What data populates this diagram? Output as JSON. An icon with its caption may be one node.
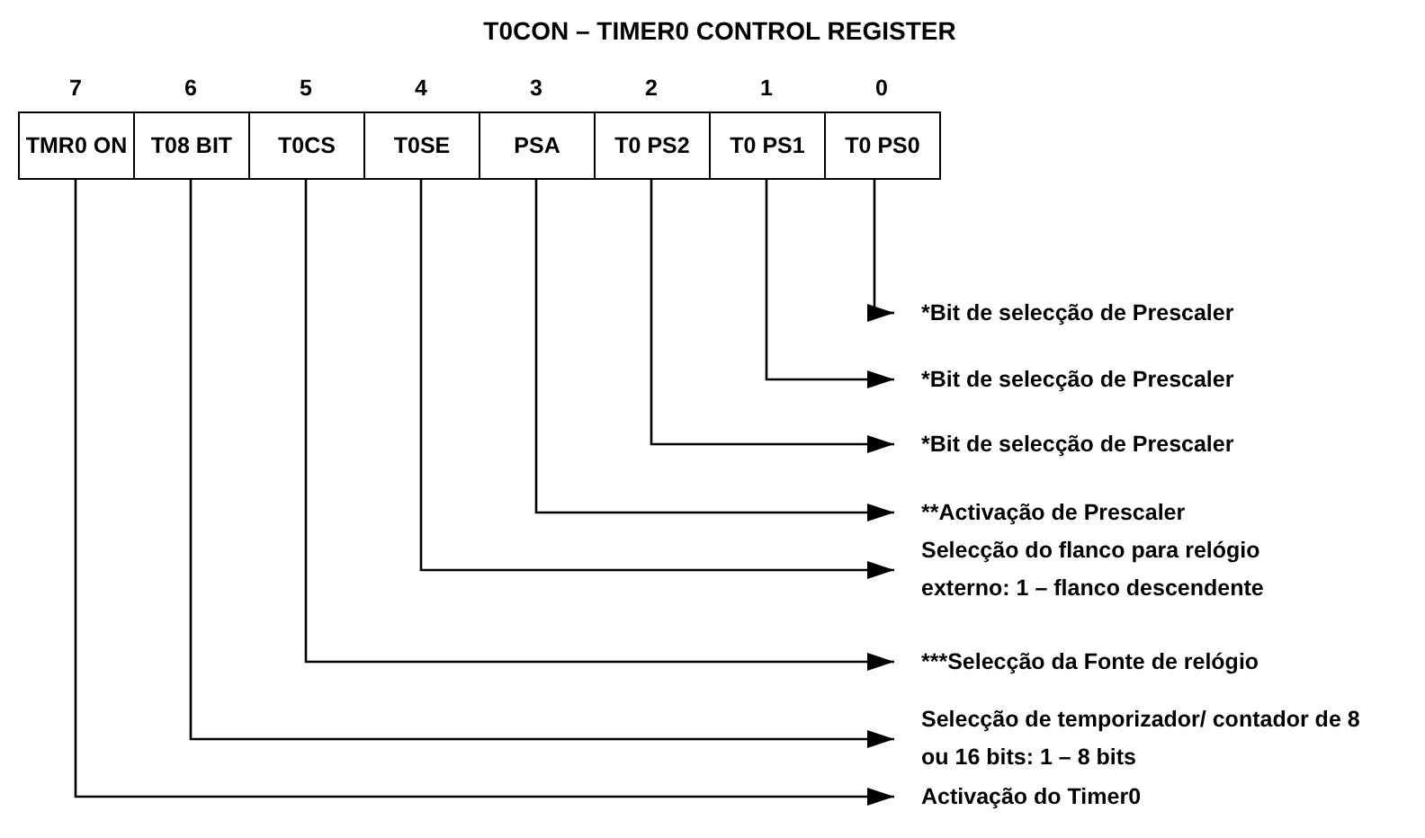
{
  "diagram": {
    "title": "T0CON – TIMER0 CONTROL REGISTER",
    "nodes": [
      {
        "text": [
          "TMR0 ON"
        ],
        "beside": [
          "7"
        ]
      },
      {
        "text": [
          "T08 BIT"
        ],
        "beside": [
          "6"
        ]
      },
      {
        "text": [
          "T0CS"
        ],
        "beside": [
          "5"
        ]
      },
      {
        "text": [
          "T0SE"
        ],
        "beside": [
          "4"
        ]
      },
      {
        "text": [
          "PSA"
        ],
        "beside": [
          "3"
        ]
      },
      {
        "text": [
          "T0 PS2"
        ],
        "beside": [
          "2"
        ]
      },
      {
        "text": [
          "T0 PS1"
        ],
        "beside": [
          "1"
        ]
      },
      {
        "text": [
          "T0 PS0"
        ],
        "beside": [
          "0"
        ]
      },
      {
        "text": [
          "*Bit de selecção de Prescaler"
        ]
      },
      {
        "text": [
          "*Bit de selecção de Prescaler"
        ]
      },
      {
        "text": [
          "*Bit de selecção de Prescaler"
        ]
      },
      {
        "text": [
          "**Activação de Prescaler"
        ]
      },
      {
        "text": [
          "Selecção do flanco para relógio externo: 1 – flanco descendente"
        ]
      },
      {
        "text": [
          "***Selecção da Fonte de relógio"
        ]
      },
      {
        "text": [
          "Selecção de temporizador/ contador de 8 ou 16 bits: 1 – 8 bits"
        ]
      },
      {
        "text": [
          "Activação do Timer0"
        ]
      }
    ],
    "edges": [
      {
        "from": 7,
        "to": 8,
        "arrow": "to"
      },
      {
        "from": 6,
        "to": 9,
        "arrow": "to"
      },
      {
        "from": 5,
        "to": 10,
        "arrow": "to"
      },
      {
        "from": 4,
        "to": 11,
        "arrow": "to"
      },
      {
        "from": 3,
        "to": 12,
        "arrow": "to"
      },
      {
        "from": 2,
        "to": 13,
        "arrow": "to"
      },
      {
        "from": 1,
        "to": 14,
        "arrow": "to"
      },
      {
        "from": 0,
        "to": 15,
        "arrow": "to"
      }
    ]
  }
}
